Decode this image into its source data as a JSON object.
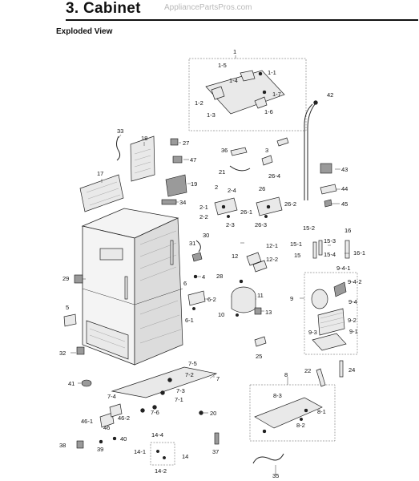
{
  "header": {
    "title": "3. Cabinet",
    "watermark": "AppliancePartsPros.com"
  },
  "view_label": "Exploded View",
  "callouts": [
    "1",
    "1-5",
    "1-1",
    "1-4",
    "1-7",
    "1-2",
    "1-3",
    "1-6",
    "42",
    "33",
    "18",
    "27",
    "36",
    "3",
    "47",
    "17",
    "21",
    "26-4",
    "43",
    "19",
    "2",
    "2-4",
    "26",
    "34",
    "44",
    "2-1",
    "26-1",
    "26-2",
    "45",
    "2-2",
    "2-3",
    "26-3",
    "30",
    "15-2",
    "16",
    "15-1",
    "15-3",
    "31",
    "12-1",
    "12",
    "12-2",
    "16-1",
    "15",
    "15-4",
    "29",
    "4",
    "28",
    "9-4-1",
    "6",
    "9-4-2",
    "11",
    "6-2",
    "9",
    "9-4",
    "5",
    "10",
    "13",
    "6-1",
    "9-2",
    "9-1",
    "9-3",
    "32",
    "25",
    "7-5",
    "8",
    "41",
    "7-2",
    "22",
    "24",
    "7",
    "7-3",
    "7-4",
    "7-1",
    "8-3",
    "7-6",
    "8-1",
    "20",
    "46-1",
    "46-2",
    "46",
    "8-2",
    "14-4",
    "40",
    "38",
    "39",
    "14-1",
    "14",
    "37",
    "14-2",
    "35"
  ]
}
